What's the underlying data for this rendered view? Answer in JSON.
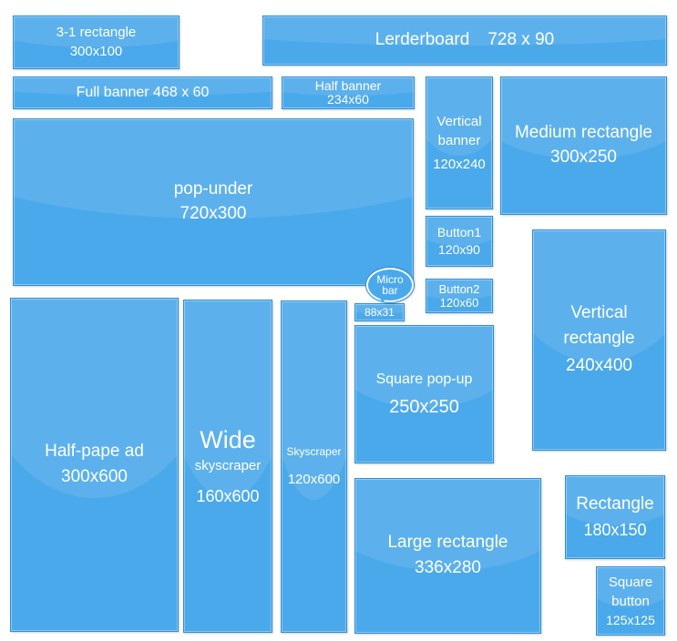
{
  "ads": {
    "r3to1": {
      "name": "3-1 rectangle",
      "size": "300x100"
    },
    "leaderboard": {
      "name": "Lerderboard",
      "size": "728 x 90"
    },
    "full_banner": {
      "label": "Full banner 468 x 60"
    },
    "half_banner": {
      "name": "Half banner",
      "size": "234x60"
    },
    "vertical_banner": {
      "line1": "Vertical",
      "line2": "banner",
      "size": "120x240"
    },
    "medium_rectangle": {
      "name": "Medium rectangle",
      "size": "300x250"
    },
    "pop_under": {
      "name": "pop-under",
      "size": "720x300"
    },
    "button1": {
      "name": "Button1",
      "size": "120x90"
    },
    "vertical_rectangle": {
      "line1": "Vertical",
      "line2": "rectangle",
      "size": "240x400"
    },
    "micro_bar": {
      "line1": "Micro",
      "line2": "bar",
      "size": "88x31"
    },
    "button2": {
      "name": "Button2",
      "size": "120x60"
    },
    "half_page": {
      "name": "Half-pape ad",
      "size": "300x600"
    },
    "wide_skyscraper": {
      "line1": "Wide",
      "line2": "skyscraper",
      "size": "160x600"
    },
    "skyscraper": {
      "name": "Skyscraper",
      "size": "120x600"
    },
    "square_popup": {
      "name": "Square pop-up",
      "size": "250x250"
    },
    "large_rectangle": {
      "name": "Large rectangle",
      "size": "336x280"
    },
    "rectangle": {
      "name": "Rectangle",
      "size": "180x150"
    },
    "square_button": {
      "line1": "Square",
      "line2": "button",
      "size": "125x125"
    }
  },
  "colors": {
    "box_fill": "#4aa9ea",
    "box_border": "#2f8ed4",
    "text": "#ffffff"
  }
}
